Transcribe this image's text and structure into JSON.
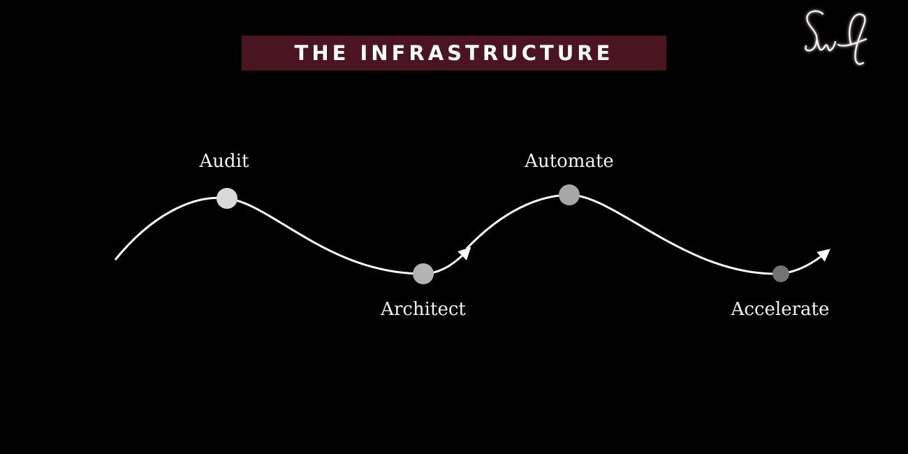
{
  "title": "THE INFRASTRUCTURE",
  "logo_text": "Swf",
  "stages": [
    {
      "label": "Audit",
      "color": "#d9d9d9"
    },
    {
      "label": "Architect",
      "color": "#b3b3b3"
    },
    {
      "label": "Automate",
      "color": "#a6a6a6"
    },
    {
      "label": "Accelerate",
      "color": "#737373"
    }
  ],
  "colors": {
    "background": "#000000",
    "banner": "#4a1520",
    "curve": "#ffffff",
    "logo_glow": "#f3a0a8"
  }
}
